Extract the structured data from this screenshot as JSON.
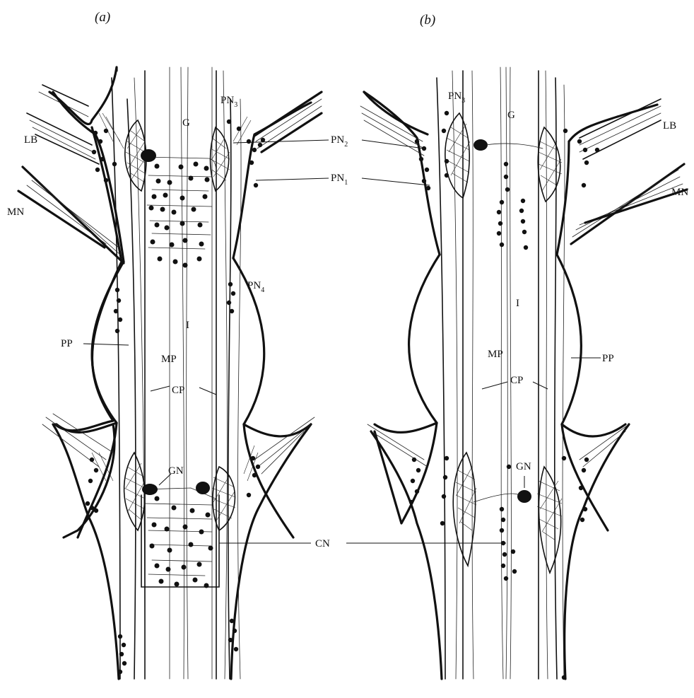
{
  "figure": {
    "panel_a": {
      "label": "(a)"
    },
    "panel_b": {
      "label": "(b)"
    }
  },
  "labels": {
    "G": "G",
    "I": "I",
    "MP": "MP",
    "CP": "CP",
    "PP": "PP",
    "LB": "LB",
    "MN": "MN",
    "GN": "GN",
    "CN": "CN",
    "PN_base": "PN",
    "PN1_sub": "1",
    "PN2_sub": "2",
    "PN3_sub": "3",
    "PN4_sub": "4"
  }
}
